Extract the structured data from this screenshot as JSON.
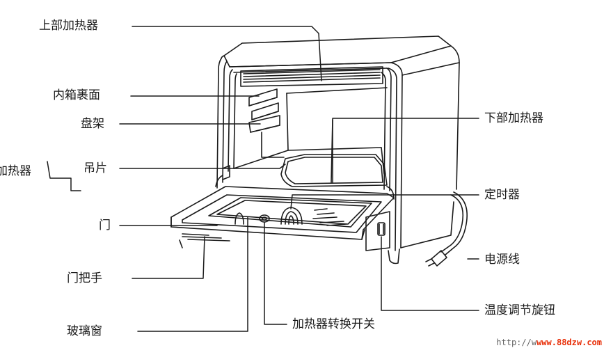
{
  "labels": {
    "top_heater": "上部加热器",
    "inner_back": "内箱裹面",
    "rack": "盘架",
    "mid_heater": "加热器",
    "hanger": "吊片",
    "door": "门",
    "door_handle": "门把手",
    "glass_window": "玻璃窗",
    "heater_switch": "加热器转换开关",
    "bottom_heater": "下部加热器",
    "timer": "定时器",
    "power_cord": "电源线",
    "temp_knob": "温度调节旋钮"
  },
  "watermark": {
    "left": "http://w",
    "right": "www.88dzw.com"
  },
  "colors": {
    "line": "#1a1a1a",
    "watermark_red": "#e8300a",
    "watermark_gray": "#666666"
  }
}
